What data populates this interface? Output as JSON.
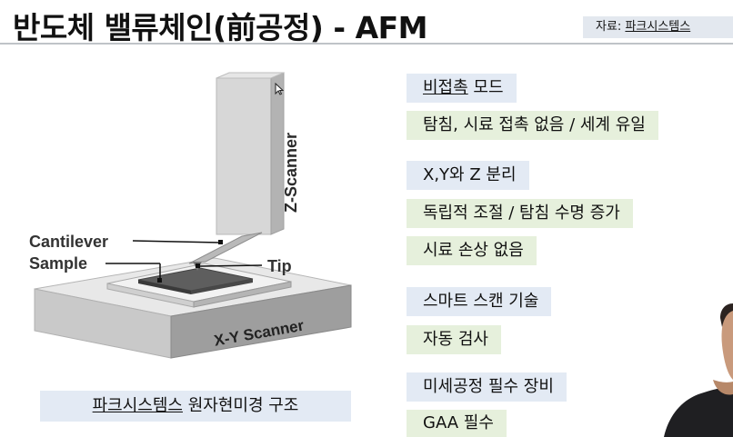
{
  "slide": {
    "title": "반도체 밸류체인(前공정) - AFM",
    "source_prefix": "자료: ",
    "source_name": "파크시스템스"
  },
  "figure": {
    "labels": {
      "z_scanner": "Z-Scanner",
      "cantilever": "Cantilever",
      "sample": "Sample",
      "tip": "Tip",
      "xy_scanner": "X-Y Scanner"
    },
    "caption_underlined": "파크시스템스",
    "caption_rest": " 원자현미경 구조"
  },
  "features": [
    {
      "style": "blue",
      "pre": "",
      "u": "비접촉",
      "post": " 모드"
    },
    {
      "style": "green",
      "pre": "",
      "u": "",
      "post": "탐침, 시료 접촉 없음 / 세계 유일"
    },
    {
      "style": "blue",
      "pre": "",
      "u": "",
      "post": "X,Y와 Z 분리"
    },
    {
      "style": "green",
      "pre": "",
      "u": "",
      "post": "독립적 조절 / 탐침 수명 증가"
    },
    {
      "style": "green",
      "pre": "",
      "u": "",
      "post": "시료 손상 없음"
    },
    {
      "style": "blue",
      "pre": "",
      "u": "",
      "post": "스마트 스캔 기술"
    },
    {
      "style": "green",
      "pre": "",
      "u": "",
      "post": "자동 검사"
    },
    {
      "style": "blue",
      "pre": "",
      "u": "",
      "post": "미세공정 필수 장비"
    },
    {
      "style": "green",
      "pre": "",
      "u": "",
      "post": "GAA 필수"
    }
  ],
  "colors": {
    "blue_box": "#e3eaf4",
    "green_box": "#e6f0dc",
    "source_box": "#e3e8ef"
  }
}
